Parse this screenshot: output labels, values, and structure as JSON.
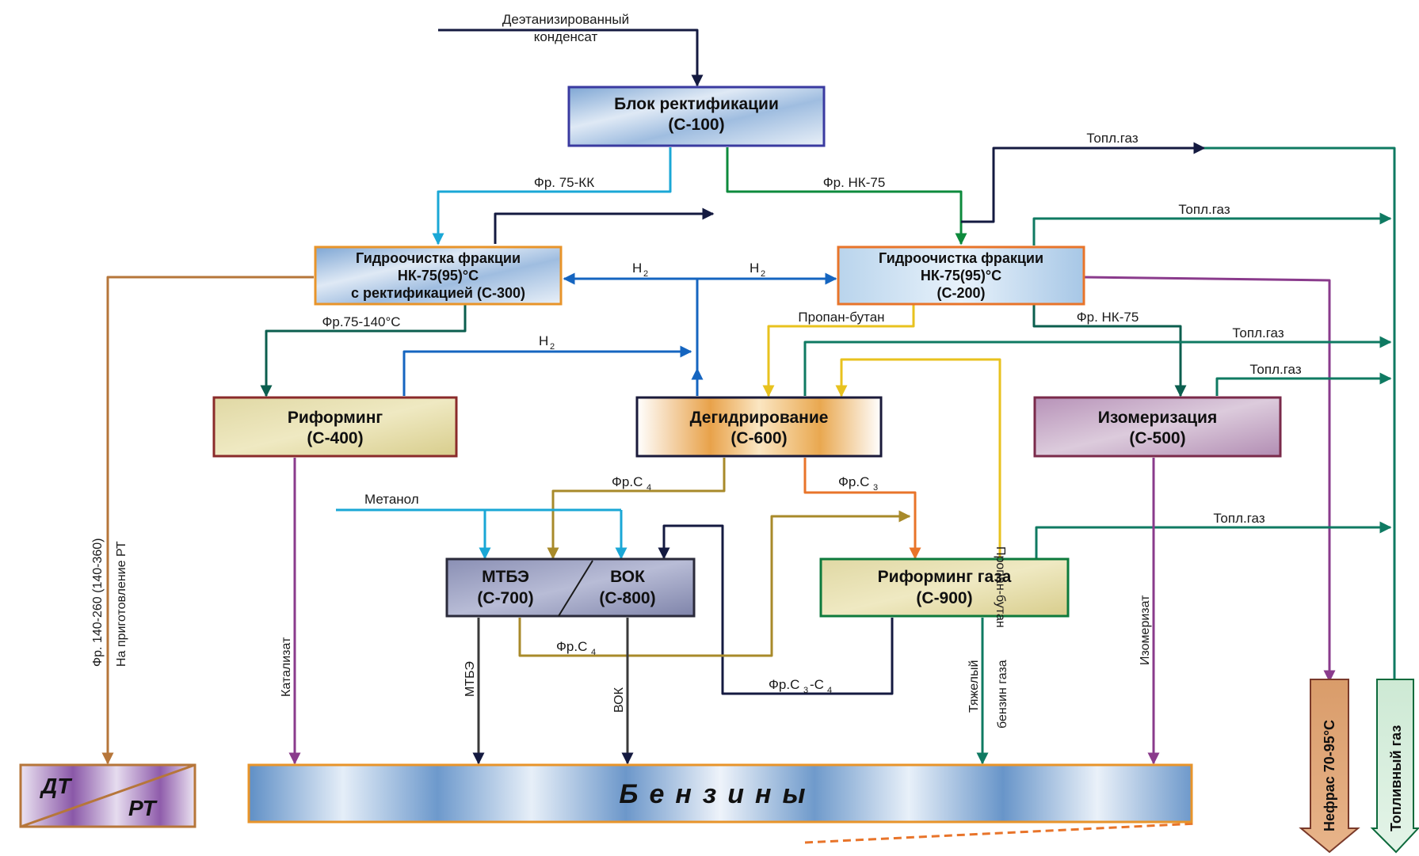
{
  "source": {
    "line1": "Деэтанизированный",
    "line2": "конденсат"
  },
  "blocks": {
    "c100": {
      "line1": "Блок ректификации",
      "line2": "(С-100)"
    },
    "c300": {
      "line1": "Гидроочистка фракции",
      "line2": "НК-75(95)°С",
      "line3": "с ректификацией (С-300)"
    },
    "c200": {
      "line1": "Гидроочистка фракции",
      "line2": "НК-75(95)°С",
      "line3": "(С-200)"
    },
    "c400": {
      "line1": "Риформинг",
      "line2": "(С-400)"
    },
    "c600": {
      "line1": "Дегидрирование",
      "line2": "(С-600)"
    },
    "c500": {
      "line1": "Изомеризация",
      "line2": "(С-500)"
    },
    "c700": {
      "line1": "МТБЭ",
      "line2": "(С-700)"
    },
    "c800": {
      "line1": "ВОК",
      "line2": "(С-800)"
    },
    "c900": {
      "line1": "Риформинг газа",
      "line2": "(С-900)"
    }
  },
  "flows": {
    "fr75kk": "Фр. 75-КК",
    "frnk75": "Фр. НК-75",
    "fr75_140": "Фр.75-140°С",
    "frnk75_2": "Фр. НК-75",
    "propan_butan": "Пропан-бутан",
    "propan_butan_v": "Пропан-бутан",
    "frc4_a": "Фр.С",
    "frc4_b": "Фр.С",
    "frc4_c": "Фр.С",
    "frc3c4": "Фр.С",
    "frc3c4_dash": "-С",
    "sub4": "4",
    "sub3": "3",
    "sub2": "2",
    "metanol": "Метанол",
    "h2": "Н",
    "toplgaz": "Топл.газ",
    "katalizat": "Катализат",
    "mtbe_v": "МТБЭ",
    "vok_v": "ВОК",
    "tyazh1": "Тяжелый",
    "tyazh2": "бензин газа",
    "izomerizat": "Изомеризат",
    "fr140_line1": "Фр. 140-260 (140-360)",
    "fr140_line2": "На приготовление РТ"
  },
  "outputs": {
    "benziny": "Бензины",
    "dt": "ДТ",
    "rt": "РТ",
    "nefras": "Нефрас 70-95°С",
    "toplivny": "Топливный газ"
  },
  "colors": {
    "dark": "#141a40",
    "cyan": "#1aa7d6",
    "green": "#0d8a3c",
    "blue": "#1565c0",
    "teal": "#0b5e4e",
    "tan": "#a88a2a",
    "orange": "#e8742a",
    "yellow": "#e8c21e",
    "purple": "#8a3b8c",
    "brown": "#b6763a"
  }
}
